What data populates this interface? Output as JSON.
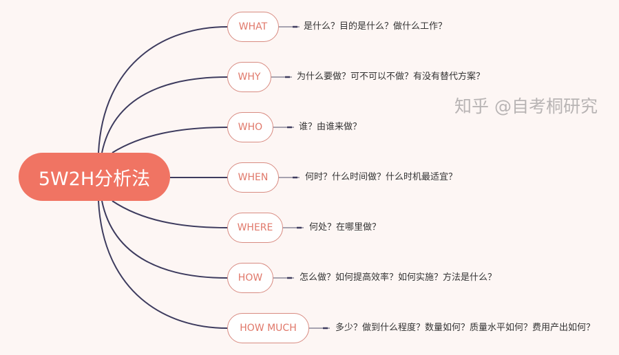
{
  "root": {
    "label": "5W2H分析法"
  },
  "branches": [
    {
      "label": "WHAT",
      "desc": "是什么？目的是什么？做什么工作？"
    },
    {
      "label": "WHY",
      "desc": "为什么要做？可不可以不做？有没有替代方案？"
    },
    {
      "label": "WHO",
      "desc": "谁？由谁来做？"
    },
    {
      "label": "WHEN",
      "desc": "何时？什么时间做？什么时机最适宜？"
    },
    {
      "label": "WHERE",
      "desc": "何处？在哪里做？"
    },
    {
      "label": "HOW",
      "desc": "怎么做？如何提高效率？如何实施？方法是什么？"
    },
    {
      "label": "HOW MUCH",
      "desc": "多少？做到什么程度？数量如何？质量水平如何？费用产出如何？"
    }
  ],
  "watermark": "知乎 @自考桐研究",
  "colors": {
    "background": "#fdf6f4",
    "root": "#f07463",
    "line": "#3d3b5e",
    "node_border": "#d88a80",
    "node_text": "#e0786a"
  }
}
